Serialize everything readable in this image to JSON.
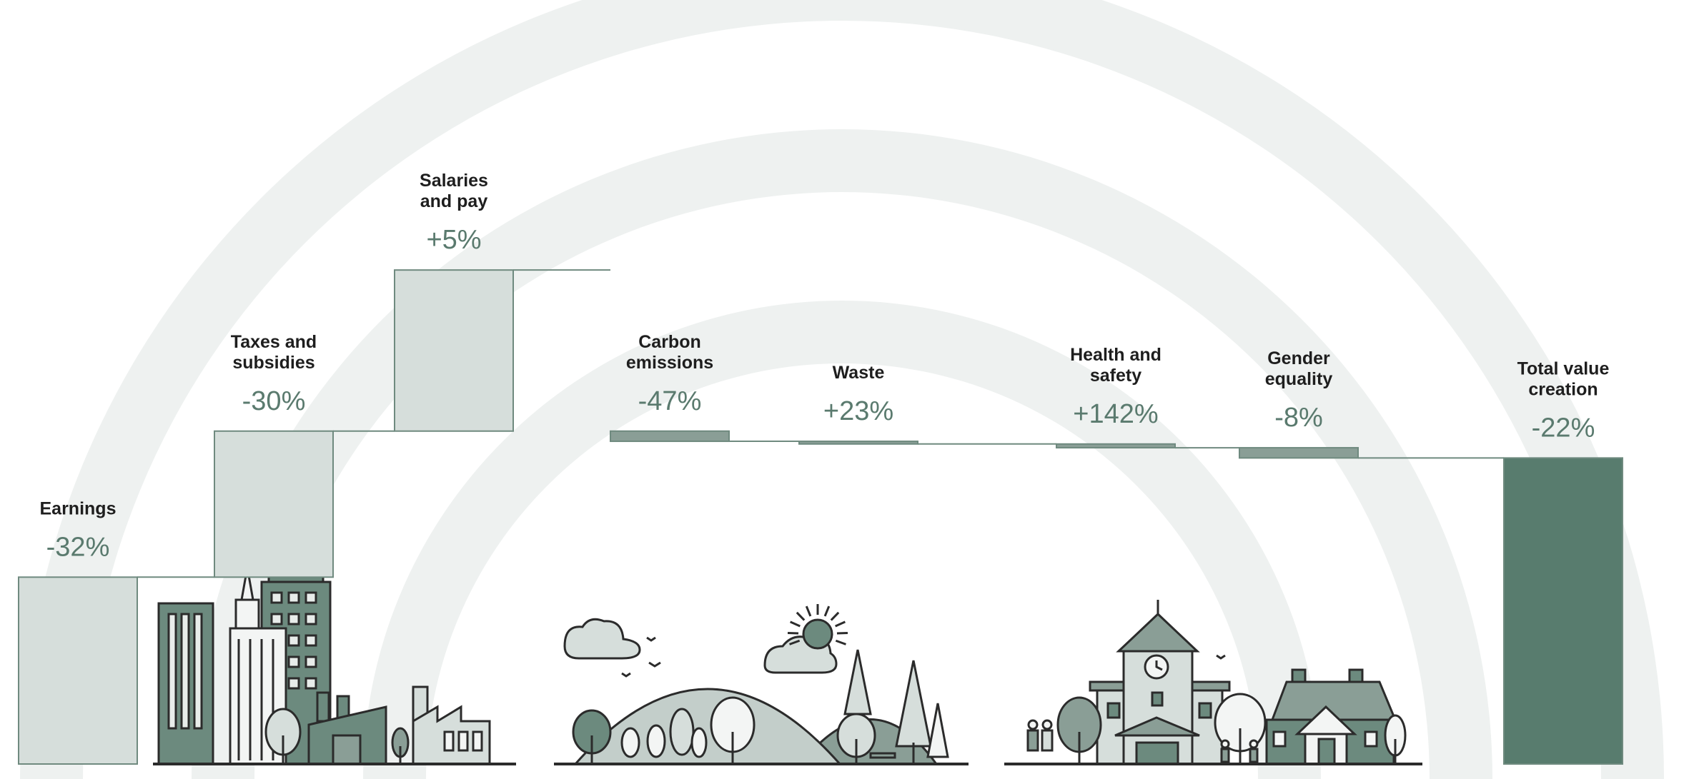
{
  "chart_data": {
    "type": "bar",
    "subtype": "waterfall",
    "categories": [
      "Earnings",
      "Taxes and subsidies",
      "Salaries and pay",
      "Carbon emissions",
      "Waste",
      "Health and safety",
      "Gender equality",
      "Total value creation"
    ],
    "label_lines": [
      [
        "Earnings"
      ],
      [
        "Taxes and",
        "subsidies"
      ],
      [
        "Salaries",
        "and pay"
      ],
      [
        "Carbon",
        "emissions"
      ],
      [
        "Waste"
      ],
      [
        "Health and",
        "safety"
      ],
      [
        "Gender",
        "equality"
      ],
      [
        "Total value",
        "creation"
      ]
    ],
    "values": [
      "-32%",
      "-30%",
      "+5%",
      "-47%",
      "+23%",
      "+142%",
      "-8%",
      "-22%"
    ],
    "bar_start": [
      0,
      348,
      620,
      620,
      601,
      596,
      589,
      570
    ],
    "bar_end": [
      348,
      620,
      920,
      601,
      596,
      589,
      570,
      0
    ],
    "value_scale": [
      0,
      1000
    ],
    "xlabel": "",
    "ylabel": "",
    "title": "",
    "grid": false,
    "legend": "none",
    "colors": {
      "positive_bar": "#d6dedb",
      "negative_bar": "#8a9e96",
      "total_bar": "#587c6e",
      "bar_outline": "#6f8a7f",
      "connector": "#6f8a7f",
      "pct_text": "#5a7a6e",
      "arc": "#eef1f0"
    }
  },
  "illustration": {
    "icons": [
      "city-skyline-icon",
      "factory-icon",
      "hills-trees-icon",
      "sun-icon",
      "cloud-icon",
      "school-building-icon",
      "house-icon",
      "people-icon"
    ]
  }
}
